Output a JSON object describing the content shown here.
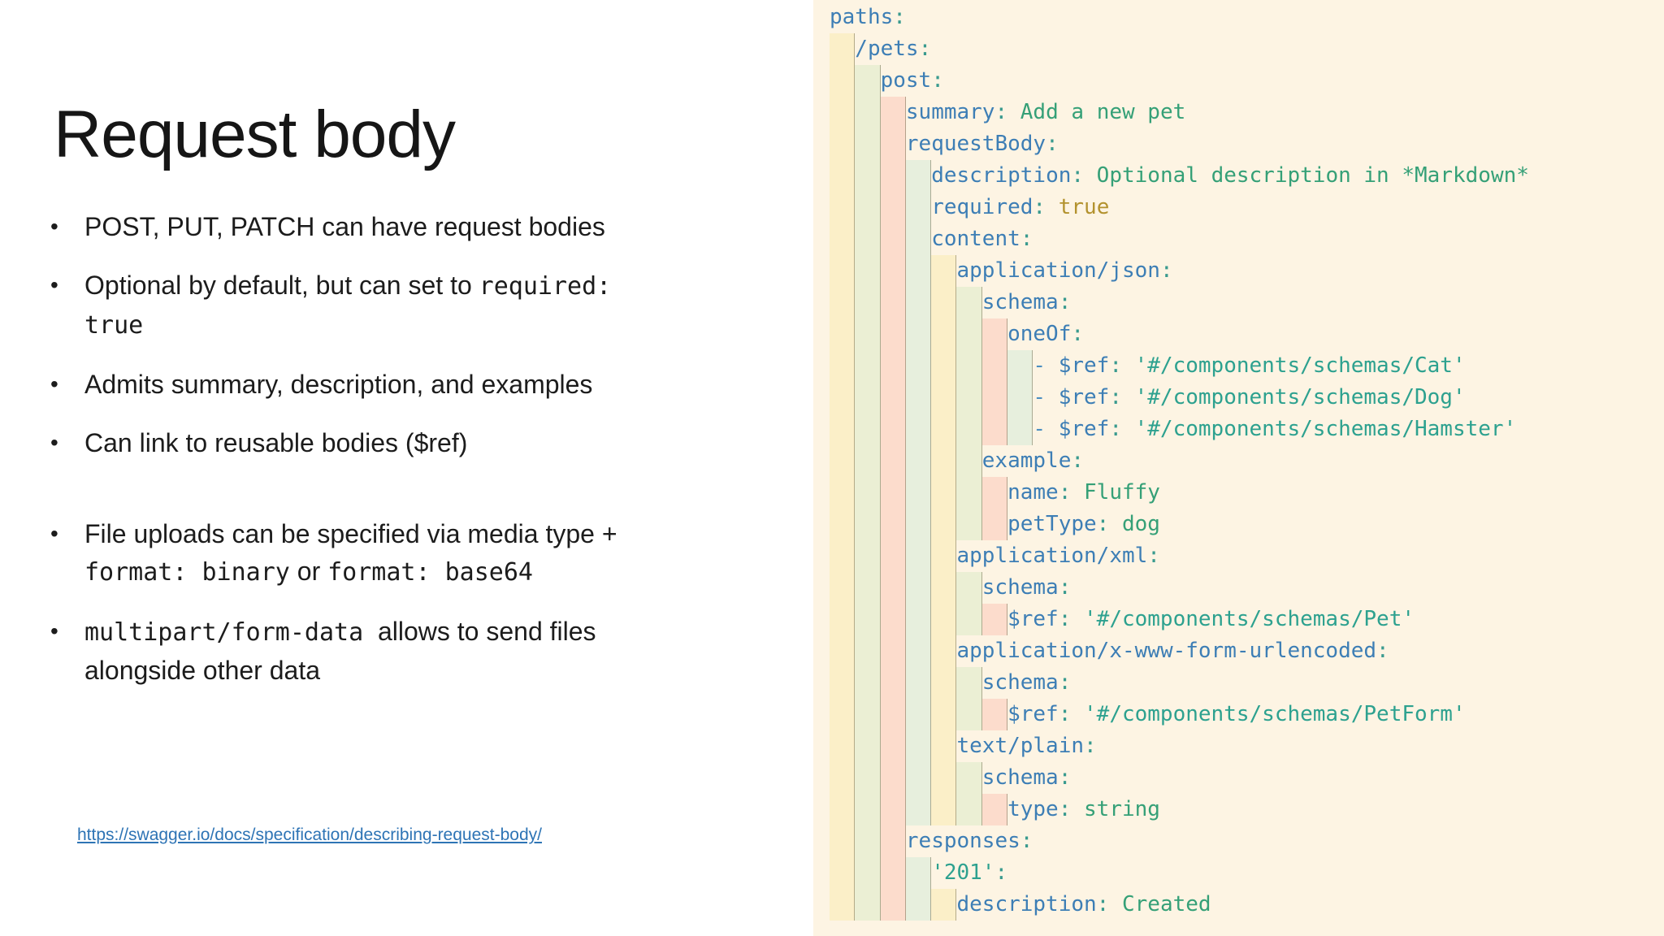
{
  "slide": {
    "title": "Request body",
    "bullet_glyph": "•",
    "bullets": [
      {
        "lines": [
          [
            {
              "t": "r",
              "s": "POST, PUT, PATCH can have request bodies"
            }
          ]
        ]
      },
      {
        "lines": [
          [
            {
              "t": "r",
              "s": "Optional by default, but can set to "
            },
            {
              "t": "m",
              "s": "required:"
            }
          ],
          [
            {
              "t": "m",
              "s": "true"
            }
          ]
        ]
      },
      {
        "lines": [
          [
            {
              "t": "r",
              "s": "Admits summary, description, and examples"
            }
          ]
        ]
      },
      {
        "lines": [
          [
            {
              "t": "r",
              "s": "Can link to reusable bodies ($ref)"
            }
          ]
        ]
      },
      {
        "gap_before": true,
        "lines": [
          [
            {
              "t": "r",
              "s": "File uploads can be specified via media type +"
            }
          ],
          [
            {
              "t": "m",
              "s": "format: binary"
            },
            {
              "t": "r",
              "s": " or "
            },
            {
              "t": "m",
              "s": "format: base64"
            }
          ]
        ]
      },
      {
        "lines": [
          [
            {
              "t": "m",
              "s": "multipart/form-data"
            },
            {
              "t": "r",
              "s": "  allows to send files"
            }
          ],
          [
            {
              "t": "r",
              "s": "alongside other data"
            }
          ]
        ]
      }
    ],
    "link": {
      "text": "https://swagger.io/docs/specification/describing-request-body/",
      "color": "#2e74b5"
    }
  },
  "code": {
    "language": "yaml",
    "colors": {
      "background": "#fdf4e3",
      "key": "#3d7eb5",
      "pun": "#399a8e",
      "val": "#35a077",
      "str": "#2da18f",
      "kw": "#b3922e",
      "dash": "#4b8ec0",
      "guide": "rgba(95,88,60,0.45)",
      "indent_stripes": [
        "rgba(240,220,60,0.16)",
        "rgba(130,210,120,0.14)",
        "rgba(250,125,115,0.20)",
        "rgba(105,215,185,0.15)"
      ]
    },
    "lines": [
      {
        "ind": 0,
        "tok": [
          {
            "c": "key",
            "s": "paths"
          },
          {
            "c": "pun",
            "s": ":"
          }
        ]
      },
      {
        "ind": 1,
        "tok": [
          {
            "c": "key",
            "s": "/pets"
          },
          {
            "c": "pun",
            "s": ":"
          }
        ]
      },
      {
        "ind": 2,
        "tok": [
          {
            "c": "key",
            "s": "post"
          },
          {
            "c": "pun",
            "s": ":"
          }
        ]
      },
      {
        "ind": 3,
        "tok": [
          {
            "c": "key",
            "s": "summary"
          },
          {
            "c": "pun",
            "s": ":"
          },
          {
            "c": "val",
            "s": " Add a new pet"
          }
        ]
      },
      {
        "ind": 3,
        "tok": [
          {
            "c": "key",
            "s": "requestBody"
          },
          {
            "c": "pun",
            "s": ":"
          }
        ]
      },
      {
        "ind": 4,
        "tok": [
          {
            "c": "key",
            "s": "description"
          },
          {
            "c": "pun",
            "s": ":"
          },
          {
            "c": "val",
            "s": " Optional description in *Markdown*"
          }
        ]
      },
      {
        "ind": 4,
        "tok": [
          {
            "c": "key",
            "s": "required"
          },
          {
            "c": "pun",
            "s": ":"
          },
          {
            "c": "kw",
            "s": " true"
          }
        ]
      },
      {
        "ind": 4,
        "tok": [
          {
            "c": "key",
            "s": "content"
          },
          {
            "c": "pun",
            "s": ":"
          }
        ]
      },
      {
        "ind": 5,
        "tok": [
          {
            "c": "key",
            "s": "application/json"
          },
          {
            "c": "pun",
            "s": ":"
          }
        ]
      },
      {
        "ind": 6,
        "tok": [
          {
            "c": "key",
            "s": "schema"
          },
          {
            "c": "pun",
            "s": ":"
          }
        ]
      },
      {
        "ind": 7,
        "tok": [
          {
            "c": "key",
            "s": "oneOf"
          },
          {
            "c": "pun",
            "s": ":"
          }
        ]
      },
      {
        "ind": 8,
        "tok": [
          {
            "c": "dash",
            "s": "- "
          },
          {
            "c": "key",
            "s": "$ref"
          },
          {
            "c": "pun",
            "s": ":"
          },
          {
            "c": "str",
            "s": " '#/components/schemas/Cat'"
          }
        ]
      },
      {
        "ind": 8,
        "tok": [
          {
            "c": "dash",
            "s": "- "
          },
          {
            "c": "key",
            "s": "$ref"
          },
          {
            "c": "pun",
            "s": ":"
          },
          {
            "c": "str",
            "s": " '#/components/schemas/Dog'"
          }
        ]
      },
      {
        "ind": 8,
        "tok": [
          {
            "c": "dash",
            "s": "- "
          },
          {
            "c": "key",
            "s": "$ref"
          },
          {
            "c": "pun",
            "s": ":"
          },
          {
            "c": "str",
            "s": " '#/components/schemas/Hamster'"
          }
        ]
      },
      {
        "ind": 6,
        "tok": [
          {
            "c": "key",
            "s": "example"
          },
          {
            "c": "pun",
            "s": ":"
          }
        ]
      },
      {
        "ind": 7,
        "tok": [
          {
            "c": "key",
            "s": "name"
          },
          {
            "c": "pun",
            "s": ":"
          },
          {
            "c": "val",
            "s": " Fluffy"
          }
        ]
      },
      {
        "ind": 7,
        "tok": [
          {
            "c": "key",
            "s": "petType"
          },
          {
            "c": "pun",
            "s": ":"
          },
          {
            "c": "val",
            "s": " dog"
          }
        ]
      },
      {
        "ind": 5,
        "tok": [
          {
            "c": "key",
            "s": "application/xml"
          },
          {
            "c": "pun",
            "s": ":"
          }
        ]
      },
      {
        "ind": 6,
        "tok": [
          {
            "c": "key",
            "s": "schema"
          },
          {
            "c": "pun",
            "s": ":"
          }
        ]
      },
      {
        "ind": 7,
        "tok": [
          {
            "c": "key",
            "s": "$ref"
          },
          {
            "c": "pun",
            "s": ":"
          },
          {
            "c": "str",
            "s": " '#/components/schemas/Pet'"
          }
        ]
      },
      {
        "ind": 5,
        "tok": [
          {
            "c": "key",
            "s": "application/x-www-form-urlencoded"
          },
          {
            "c": "pun",
            "s": ":"
          }
        ]
      },
      {
        "ind": 6,
        "tok": [
          {
            "c": "key",
            "s": "schema"
          },
          {
            "c": "pun",
            "s": ":"
          }
        ]
      },
      {
        "ind": 7,
        "tok": [
          {
            "c": "key",
            "s": "$ref"
          },
          {
            "c": "pun",
            "s": ":"
          },
          {
            "c": "str",
            "s": " '#/components/schemas/PetForm'"
          }
        ]
      },
      {
        "ind": 5,
        "tok": [
          {
            "c": "key",
            "s": "text/plain"
          },
          {
            "c": "pun",
            "s": ":"
          }
        ]
      },
      {
        "ind": 6,
        "tok": [
          {
            "c": "key",
            "s": "schema"
          },
          {
            "c": "pun",
            "s": ":"
          }
        ]
      },
      {
        "ind": 7,
        "tok": [
          {
            "c": "key",
            "s": "type"
          },
          {
            "c": "pun",
            "s": ":"
          },
          {
            "c": "val",
            "s": " string"
          }
        ]
      },
      {
        "ind": 3,
        "tok": [
          {
            "c": "key",
            "s": "responses"
          },
          {
            "c": "pun",
            "s": ":"
          }
        ]
      },
      {
        "ind": 4,
        "tok": [
          {
            "c": "str",
            "s": "'201'"
          },
          {
            "c": "pun",
            "s": ":"
          }
        ]
      },
      {
        "ind": 5,
        "tok": [
          {
            "c": "key",
            "s": "description"
          },
          {
            "c": "pun",
            "s": ":"
          },
          {
            "c": "val",
            "s": " Created"
          }
        ]
      }
    ]
  }
}
